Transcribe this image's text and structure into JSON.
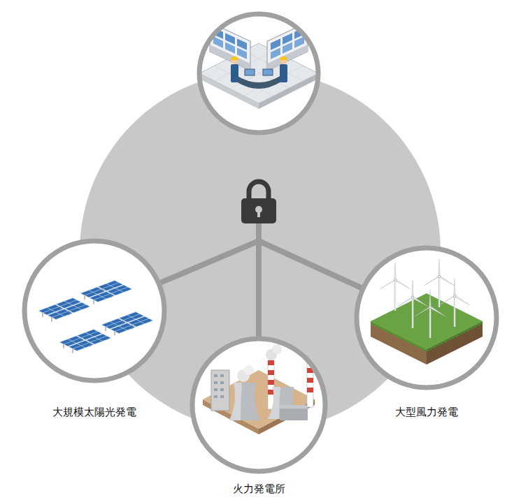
{
  "diagram": {
    "nodes": [
      {
        "text": [
          "大規模太陽光発電"
        ]
      },
      {
        "text": [
          "火力発電所"
        ]
      },
      {
        "text": [
          "大型風力発電"
        ]
      }
    ]
  }
}
